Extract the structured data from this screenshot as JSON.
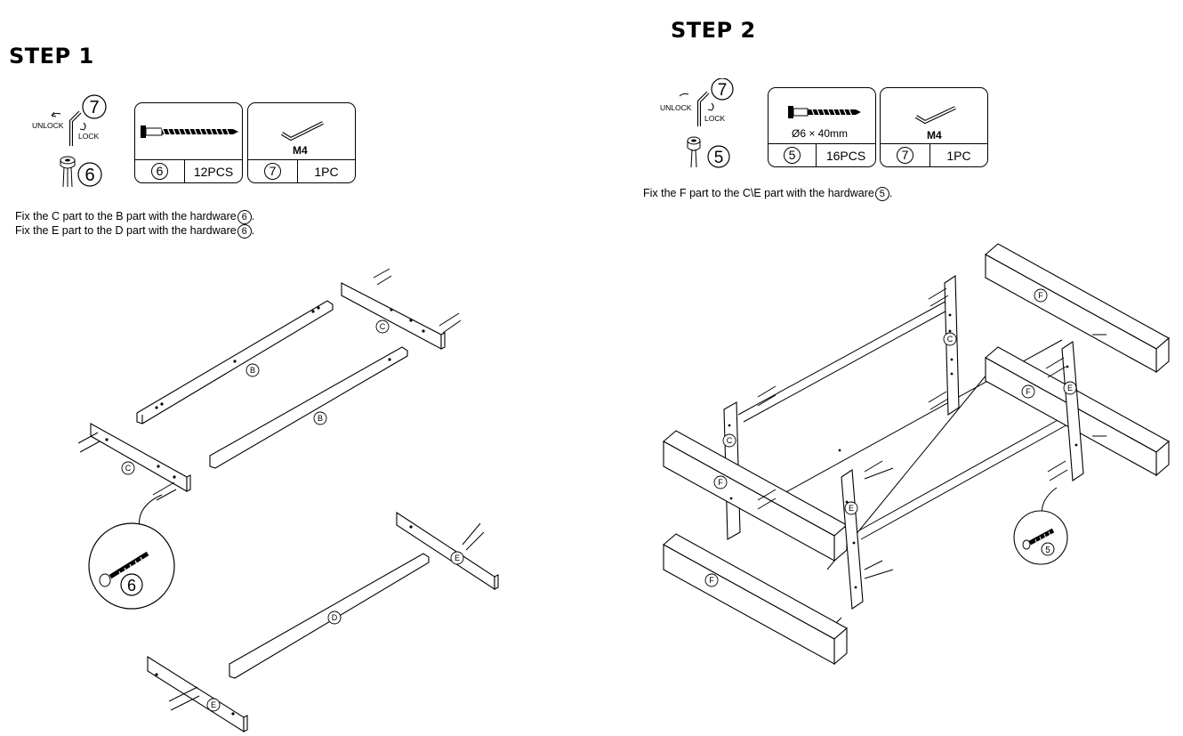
{
  "step1": {
    "title": "STEP 1",
    "lines": [
      {
        "text": "Fix  the C part to the B part with the  hardware",
        "num": "6",
        "end": "."
      },
      {
        "text": "Fix  the E part to the D part with the  hardware",
        "num": "6",
        "end": "."
      }
    ],
    "tool": {
      "num": "7",
      "unlock": "UNLOCK",
      "lock": "LOCK",
      "screw_num": "6"
    },
    "hardware": [
      {
        "num": "6",
        "qty": "12PCS",
        "label": ""
      },
      {
        "num": "7",
        "qty": "1PC",
        "label": "M4"
      }
    ],
    "parts": {
      "c_top": "C",
      "b_top": "B",
      "b_mid": "B",
      "c_left": "C",
      "e_right": "E",
      "d": "D",
      "e_left": "E"
    },
    "zoom_num": "6"
  },
  "step2": {
    "title": "STEP 2",
    "line": {
      "text": "Fix  the F part to the C\\E part with the  hardware",
      "num": "5",
      "end": "."
    },
    "tool": {
      "num": "7",
      "unlock": "UNLOCK",
      "lock": "LOCK",
      "screw_num": "5"
    },
    "hardware": [
      {
        "num": "5",
        "qty": "16PCS",
        "size": "Ø6 × 40mm",
        "label": ""
      },
      {
        "num": "7",
        "qty": "1PC",
        "label": "M4"
      }
    ],
    "parts": {
      "f_topright": "F",
      "c_back": "C",
      "f_midright": "F",
      "e_right": "E",
      "c_front": "C",
      "f_left": "F",
      "e_front": "E",
      "f_bottom": "F"
    },
    "zoom_num": "5"
  }
}
